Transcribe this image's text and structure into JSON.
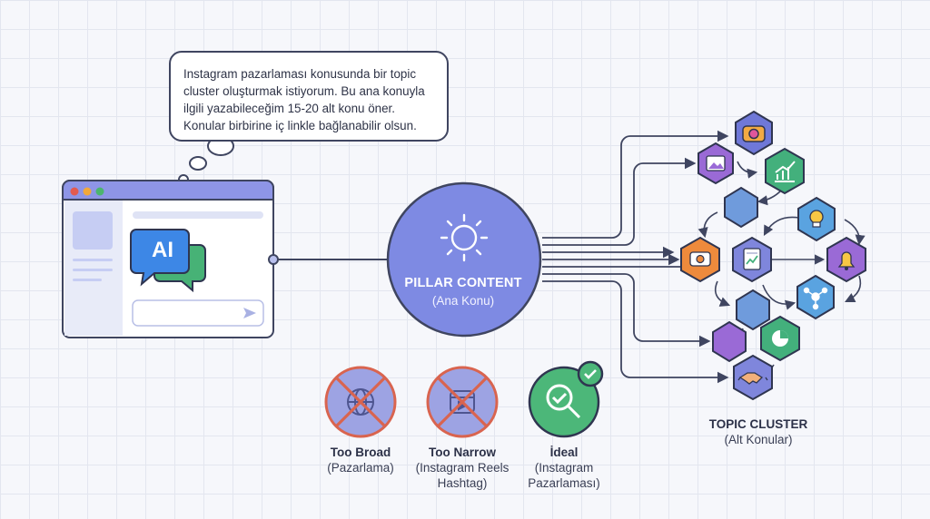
{
  "prompt": {
    "lines": [
      "Instagram pazarlaması konusunda bir topic",
      "cluster oluşturmak istiyorum. Bu ana konuyla",
      "ilgili yazabileceğim 15-20 alt konu öner.",
      "Konular birbirine iç linkle bağlanabilir olsun."
    ]
  },
  "chat_window": {
    "assistant_badge": "AI",
    "send_icon": "send-icon"
  },
  "pillar": {
    "title": "PILLAR CONTENT",
    "subtitle": "(Ana Konu)",
    "icon": "sun-icon"
  },
  "scope_examples": [
    {
      "title": "Too Broad",
      "subtitle_lines": [
        "(Pazarlama)"
      ],
      "icon": "globe-crossed-icon",
      "status": "rejected"
    },
    {
      "title": "Too Narrow",
      "subtitle_lines": [
        "(Instagram Reels",
        "Hashtag)"
      ],
      "icon": "reels-crossed-icon",
      "status": "rejected"
    },
    {
      "title": "İdeal",
      "subtitle_lines": [
        "(Instagram",
        "Pazarlaması)"
      ],
      "icon": "magnifier-check-icon",
      "status": "approved"
    }
  ],
  "cluster": {
    "title": "TOPIC CLUSTER",
    "subtitle": "(Alt Konular)",
    "nodes": [
      {
        "icon": "camera-icon",
        "color": "#6f78d8"
      },
      {
        "icon": "image-icon",
        "color": "#9a6ad6"
      },
      {
        "icon": "chart-icon",
        "color": "#43b07c"
      },
      {
        "icon": "blank-icon",
        "color": "#6f9bdc"
      },
      {
        "icon": "lightbulb-icon",
        "color": "#5aa3e0"
      },
      {
        "icon": "camera-icon",
        "color": "#ee8a3c"
      },
      {
        "icon": "document-chart-icon",
        "color": "#7f86dc"
      },
      {
        "icon": "bell-icon",
        "color": "#9a6ad6"
      },
      {
        "icon": "network-icon",
        "color": "#5aa3e0"
      },
      {
        "icon": "blank-icon",
        "color": "#6f9bdc"
      },
      {
        "icon": "blank-icon",
        "color": "#9a6ad6"
      },
      {
        "icon": "pie-chart-icon",
        "color": "#43b07c"
      },
      {
        "icon": "handshake-icon",
        "color": "#7f86dc"
      }
    ]
  },
  "colors": {
    "pillar_fill": "#7e8ae3",
    "window_bar": "#8e95e6",
    "reject_red": "#d9644f",
    "approve_green": "#4cb779",
    "ai_blue": "#3d87e6",
    "ai_green": "#47b276"
  }
}
